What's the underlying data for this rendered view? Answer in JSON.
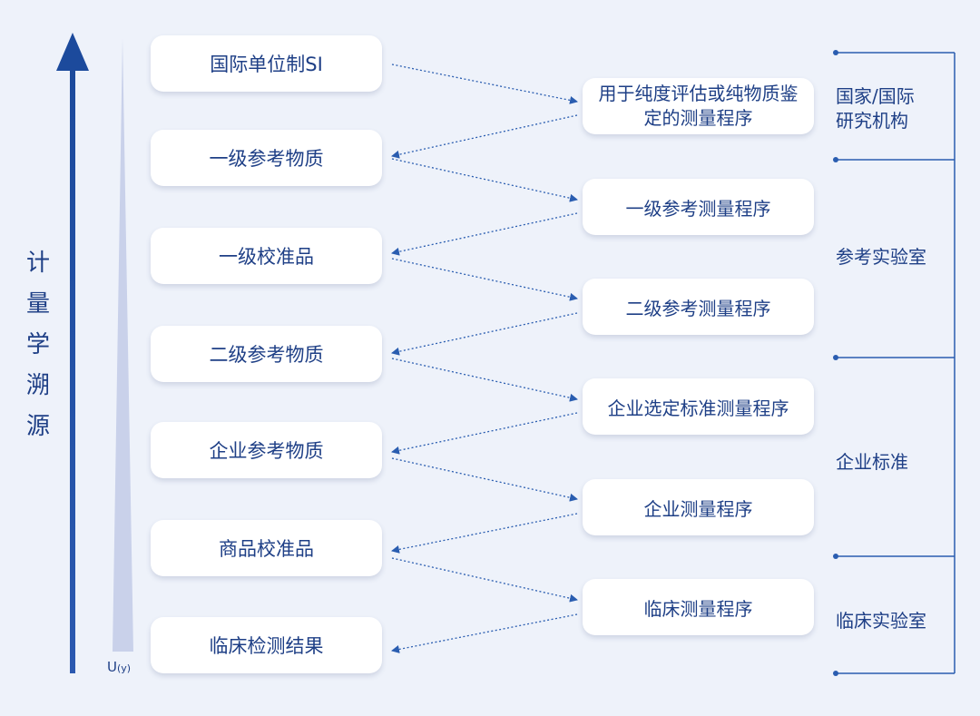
{
  "side_label": [
    "计",
    "量",
    "学",
    "溯",
    "源"
  ],
  "uncertainty_label": {
    "main": "U",
    "sub": "(y)"
  },
  "left_boxes": [
    "国际单位制SI",
    "一级参考物质",
    "一级校准品",
    "二级参考物质",
    "企业参考物质",
    "商品校准品",
    "临床检测结果"
  ],
  "right_boxes": [
    "用于纯度评估或纯物质鉴定的测量程序",
    "一级参考测量程序",
    "二级参考测量程序",
    "企业选定标准测量程序",
    "企业测量程序",
    "临床测量程序"
  ],
  "groups": [
    "国家/国际\n研究机构",
    "参考实验室",
    "企业标准",
    "临床实验室"
  ],
  "colors": {
    "accent": "#1e3f86",
    "arrow": "#2a5db0",
    "triangle": "#c9d1ea",
    "background": "#eef2fa"
  }
}
